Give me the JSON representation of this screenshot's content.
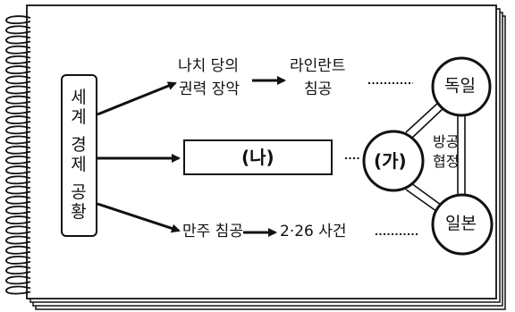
{
  "source_box": {
    "chars": [
      "세",
      "계",
      "경",
      "제",
      "공",
      "황"
    ]
  },
  "top_branch": {
    "line1": "나치 당의",
    "line2": "권력 장악",
    "next_line1": "라인란트",
    "next_line2": "침공"
  },
  "middle_branch": {
    "box_label": "(나)",
    "dots": "······"
  },
  "bottom_branch": {
    "step1": "만주 침공",
    "step2": "2·26 사건"
  },
  "nodes": {
    "germany": "독일",
    "japan": "일본",
    "ga": "(가)"
  },
  "pact": {
    "line1": "방공",
    "line2": "협정"
  }
}
